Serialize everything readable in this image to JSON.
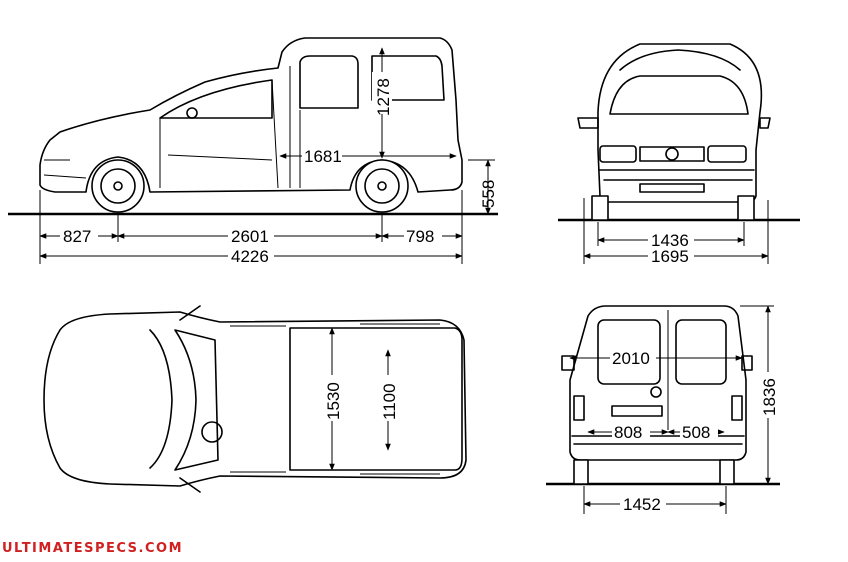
{
  "dimensions": {
    "front_overhang": "827",
    "wheelbase": "2601",
    "rear_overhang": "798",
    "overall_length": "4226",
    "cargo_length": "1681",
    "cargo_height": "1278",
    "ground_clearance_height": "558",
    "front_track": "1436",
    "overall_width": "1695",
    "cargo_width": "1530",
    "width_between_arches": "1100",
    "rear_door_height": "2010",
    "rear_door_left": "808",
    "rear_door_right": "508",
    "rear_track": "1452",
    "overall_height": "1836"
  },
  "watermark": "ULTIMATESPECS.COM",
  "colors": {
    "lines": "#000000",
    "background": "#ffffff",
    "watermark": "#d02020"
  }
}
